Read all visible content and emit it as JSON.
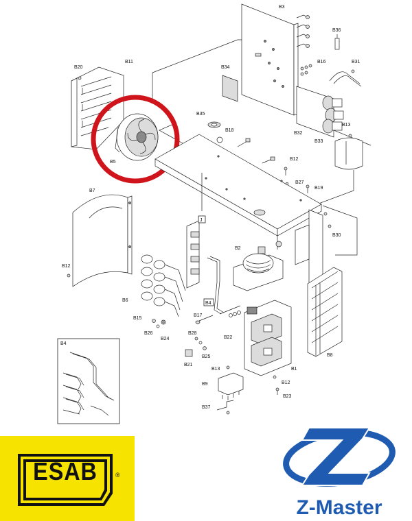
{
  "labels": {
    "B3": "B3",
    "B36": "B36",
    "B20": "B20",
    "B11": "B11",
    "B34": "B34",
    "B16": "B16",
    "B31": "B31",
    "B35": "B35",
    "B18": "B18",
    "B32": "B32",
    "B13": "B13",
    "B33": "B33",
    "B5": "B5",
    "B12": "B12",
    "B27": "B27",
    "B19": "B19",
    "B7": "B7",
    "J": "J",
    "B30": "B30",
    "B2": "B2",
    "B6": "B6",
    "B4": "B4",
    "B17": "B17",
    "B15": "B15",
    "B26": "B26",
    "B24": "B24",
    "B28": "B28",
    "B22": "B22",
    "B25": "B25",
    "B21": "B21",
    "B8": "B8",
    "B1": "B1",
    "B9": "B9",
    "B23": "B23",
    "B37": "B37"
  },
  "highlight_color": "#d0141b",
  "logos": {
    "esab": {
      "text": "ESAB",
      "reg_mark": "®",
      "bg_color": "#f7e300"
    },
    "zmaster": {
      "text": "Z-Master",
      "color": "#1f5bb0"
    }
  }
}
